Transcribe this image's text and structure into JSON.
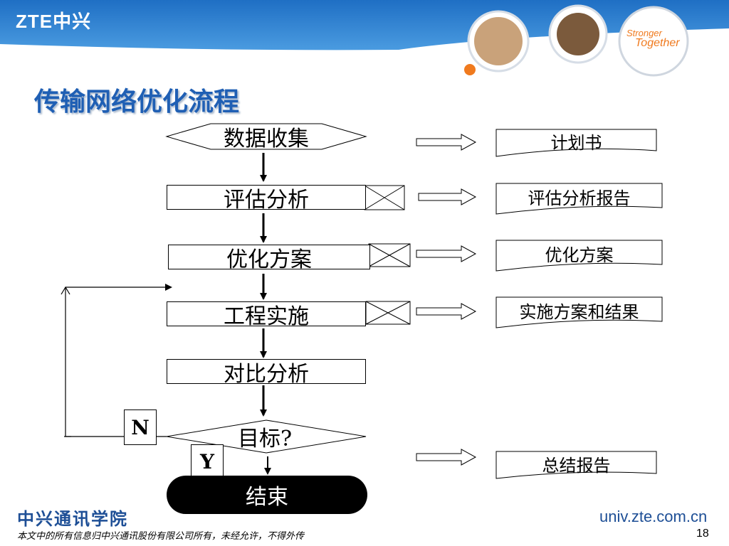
{
  "header": {
    "logo_text": "ZTE中兴",
    "slogan_line1": "Stronger",
    "slogan_line2": "Together",
    "colors": {
      "band": "#2a7fd0",
      "accent": "#f07a1e"
    }
  },
  "page_title": "传输网络优化流程",
  "flow": {
    "steps": [
      {
        "label": "数据收集",
        "output": "计划书"
      },
      {
        "label": "评估分析",
        "output": "评估分析报告"
      },
      {
        "label": "优化方案",
        "output": "优化方案"
      },
      {
        "label": "工程实施",
        "output": "实施方案和结果"
      },
      {
        "label": "对比分析"
      }
    ],
    "decision": "目标?",
    "no_label": "N",
    "yes_label": "Y",
    "end_label": "结束",
    "final_output": "总结报告"
  },
  "footer": {
    "academy": "中兴通讯学院",
    "disclaimer": "本文中的所有信息归中兴通讯股份有限公司所有，未经允许，不得外传",
    "url": "univ.zte.com.cn",
    "page_number": "18"
  }
}
